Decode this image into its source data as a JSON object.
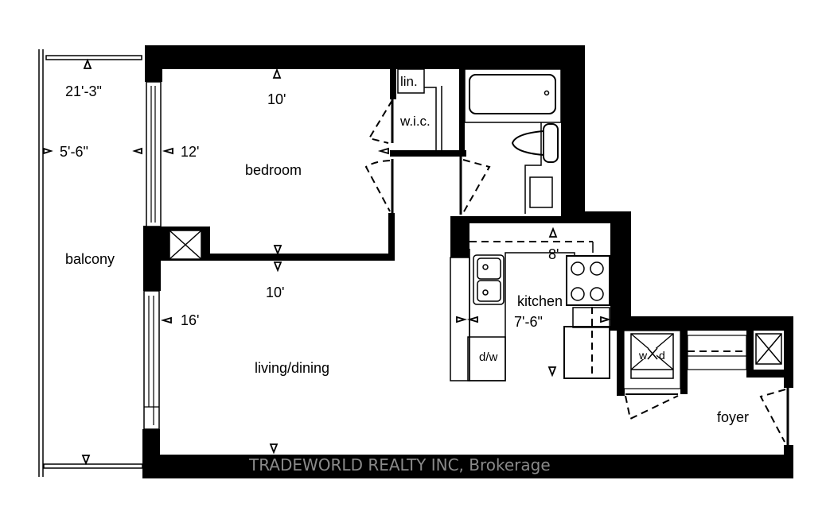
{
  "floorplan": {
    "rooms": {
      "balcony": {
        "label": "balcony",
        "width": "5'-6\"",
        "length": "21'-3\""
      },
      "bedroom": {
        "label": "bedroom",
        "width": "10'",
        "length": "12'"
      },
      "living_dining": {
        "label": "living/dining",
        "width": "10'",
        "length": "16'"
      },
      "kitchen": {
        "label": "kitchen",
        "width": "8'",
        "length": "7'-6\""
      },
      "foyer": {
        "label": "foyer"
      },
      "linen": {
        "label": "lin."
      },
      "walk_in_closet": {
        "label": "w.i.c."
      }
    },
    "appliances": {
      "dishwasher": {
        "label": "d/w"
      },
      "washer_dryer": {
        "label_left": "w",
        "label_right": "d"
      }
    },
    "watermark": "TRADEWORLD REALTY INC, Brokerage",
    "colors": {
      "wall": "#000000",
      "background": "#ffffff",
      "watermark": "#8a8a8a"
    }
  }
}
